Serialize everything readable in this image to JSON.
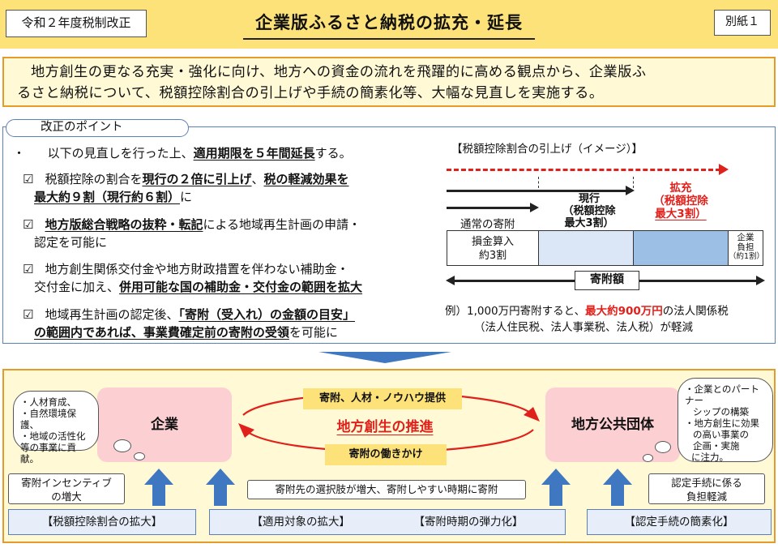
{
  "header": {
    "reform_label": "令和２年度税制改正",
    "title": "企業版ふるさと納税の拡充・延長",
    "annex": "別紙１"
  },
  "summary": {
    "line1": "地方創生の更なる充実・強化に向け、地方への資金の流れを飛躍的に高める観点から、企業版ふ",
    "line2": "るさと納税について、税額控除割合の引上げや手続の簡素化等、大幅な見直しを実施する。"
  },
  "points": {
    "tab_label": "改正のポイント",
    "intro": {
      "bullet": "・",
      "pre": "以下の見直しを行った上、",
      "emph": "適用期限を５年間延長",
      "post": "する。"
    },
    "items": [
      {
        "check": "☑",
        "a": "税額控除の割合を",
        "b": "現行の２倍に引上げ",
        "c": "、",
        "d": "税の軽減効果を",
        "e": "最大約９割（現行約６割）",
        "f": "に"
      },
      {
        "check": "☑",
        "a": "地方版総合戦略の抜粋・転記",
        "b": "による地域再生計画の申請・",
        "c": "認定を可能に"
      },
      {
        "check": "☑",
        "a": "地方創生関係交付金や地方財政措置を伴わない補助金・",
        "b": "交付金に加え、",
        "c": "併用可能な国の補助金・交付金の範囲を拡大"
      },
      {
        "check": "☑",
        "a": "地域再生計画の認定後、",
        "b": "「寄附（受入れ）の金額の目安」",
        "c": "の範囲内であれば、事業費確定前の寄附の受領",
        "d": "を可能に"
      }
    ]
  },
  "chart": {
    "title": "【税額控除割合の引上げ（イメージ）】",
    "normal": "通常の寄附",
    "current": [
      "現行",
      "（税額控除",
      "最大3割）"
    ],
    "expanded": [
      "拡充",
      "（税額控除",
      "最大3割）"
    ],
    "loss": [
      "損金算入",
      "約3割"
    ],
    "burden": [
      "企業",
      "負担",
      "（約1割）"
    ],
    "donation_amount": "寄附額",
    "example_pre": "例）1,000万円寄附すると、",
    "example_emph": "最大約900万円",
    "example_post": "の法人関係税",
    "example_line2": "（法人住民税、法人事業税、法人税）が軽減",
    "colors": {
      "accent_red": "#e0201b",
      "bar_blue_light": "#dbe7f6",
      "bar_blue": "#9cbfe6"
    }
  },
  "flow": {
    "company": "企業",
    "local_gov": "地方公共団体",
    "center_top": "寄附、人材・ノウハウ提供",
    "center_main": "地方創生の推進",
    "center_bottom": "寄附の働きかけ",
    "left_cloud": [
      "・人材育成、",
      "・自然環境保護、",
      "・地域の活性化",
      "等の事業に貢献。"
    ],
    "right_cloud": [
      "・企業とのパートナー",
      "シップの構築",
      "・地方創生に効果",
      "の高い事業の",
      "企画・実施",
      "に注力。"
    ],
    "incentive": [
      "寄附インセンティブ",
      "の増大"
    ],
    "choices": "寄附先の選択肢が増大、寄附しやすい時期に寄附",
    "burden_reduce": [
      "認定手続に係る",
      "負担軽減"
    ],
    "bottom_labels": [
      "【税額控除割合の拡大】",
      "【適用対象の拡大】",
      "【寄附時期の弾力化】",
      "【認定手続の簡素化】"
    ]
  }
}
